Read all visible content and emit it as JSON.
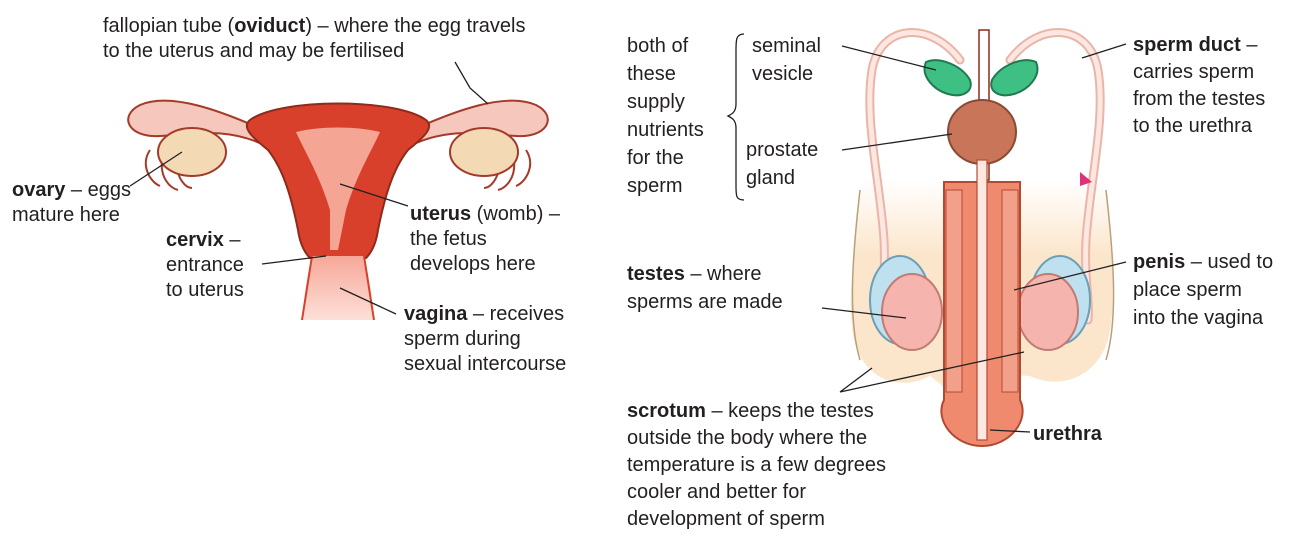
{
  "female": {
    "oviduct": {
      "pre": "fallopian tube (",
      "term": "oviduct",
      "post": ") – where the egg travels",
      "line2": "to the uterus and may be fertilised"
    },
    "ovary": {
      "term": "ovary",
      "post": " – eggs",
      "line2": "mature here"
    },
    "cervix": {
      "term": "cervix",
      "post": " –",
      "line2": "entrance",
      "line3": "to uterus"
    },
    "uterus": {
      "term": "uterus",
      "post": " (womb) –",
      "line2": "the fetus",
      "line3": "develops here"
    },
    "vagina": {
      "term": "vagina",
      "post": " – receives",
      "line2": "sperm during",
      "line3": "sexual intercourse"
    }
  },
  "male": {
    "both": {
      "l1": "both of",
      "l2": "these",
      "l3": "supply",
      "l4": "nutrients",
      "l5": "for the",
      "l6": "sperm"
    },
    "seminal": {
      "l1": "seminal",
      "l2": "vesicle"
    },
    "prostate": {
      "l1": "prostate",
      "l2": "gland"
    },
    "sperm_duct": {
      "term": "sperm duct",
      "post": " –",
      "l2": "carries sperm",
      "l3": "from the testes",
      "l4": "to the urethra"
    },
    "testes": {
      "term": "testes",
      "post": " – where",
      "l2": "sperms are made"
    },
    "penis": {
      "term": "penis",
      "post": " – used to",
      "l2": "place sperm",
      "l3": "into the vagina"
    },
    "scrotum": {
      "term": "scrotum",
      "post": " – keeps the testes",
      "l2": "outside the body where the",
      "l3": "temperature is a few degrees",
      "l4": "cooler and better for",
      "l5": "development of sperm"
    },
    "urethra": {
      "term": "urethra"
    }
  },
  "colors": {
    "muscle": "#d9402b",
    "muscle_light": "#f4a593",
    "tube": "#f6c7bd",
    "ovary": "#f3d9b4",
    "vesicle": "#3ebf84",
    "prostate": "#c8755a",
    "skin": "#fbe6cc",
    "testis": "#f6b4ae",
    "epididymis": "#bfe0ee",
    "penis_tissue": "#f08a6f"
  }
}
